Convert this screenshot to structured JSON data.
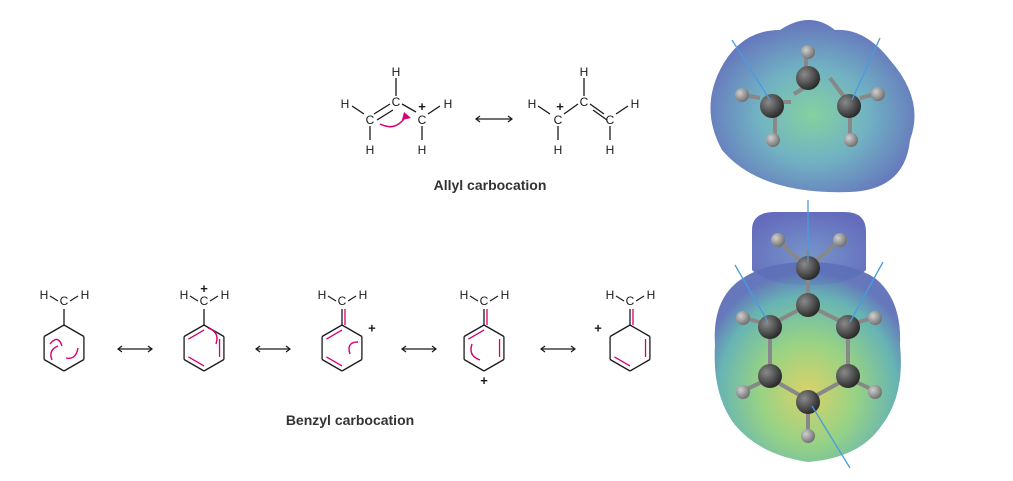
{
  "labels": {
    "allyl_caption": "Allyl carbocation",
    "benzyl_caption": "Benzyl carbocation",
    "hydrogen": "H",
    "carbon": "C",
    "plus": "+"
  },
  "colors": {
    "bond": "#1a1a1a",
    "charge": "#d6006f",
    "arrow": "#d6006f",
    "pointer": "#4a9be0",
    "map_outer": "#5b63b8",
    "map_mid": "#4fb3a8",
    "map_inner": "#c8d65a",
    "atom_dark": "#3a3a3a",
    "atom_light": "#9a9a9a"
  }
}
